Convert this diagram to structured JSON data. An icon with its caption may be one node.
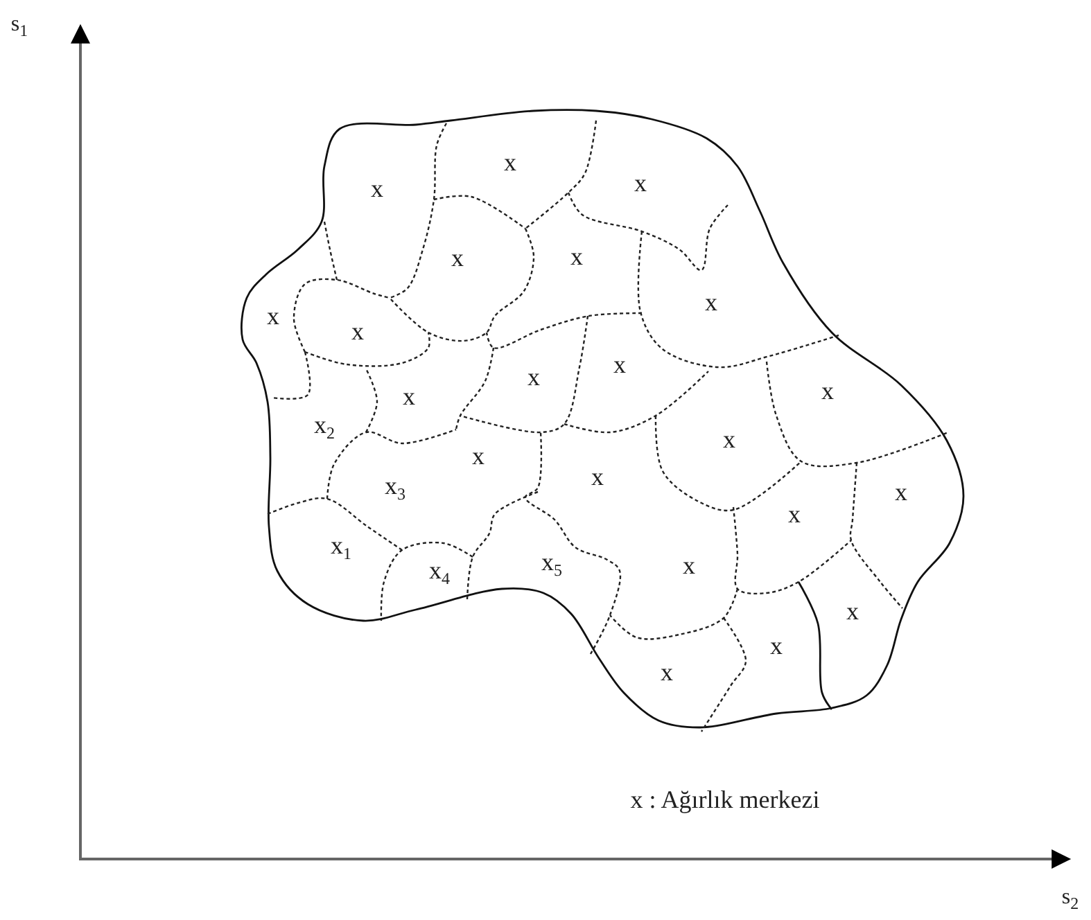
{
  "diagram": {
    "labels": [
      "s$_{1}$",
      "x",
      "x",
      "x",
      "x",
      "x",
      "x",
      "x",
      "x",
      "x",
      "x",
      "x",
      "x",
      "x$_{2}$",
      "x",
      "x",
      "x",
      "x$_{3}$",
      "x",
      "x",
      "x$_{1}$",
      "x$_{5}$",
      "x",
      "x$_{4}$",
      "x",
      "x",
      "x",
      "x : Ağırlık merkezi",
      "s$_{2}$"
    ]
  }
}
